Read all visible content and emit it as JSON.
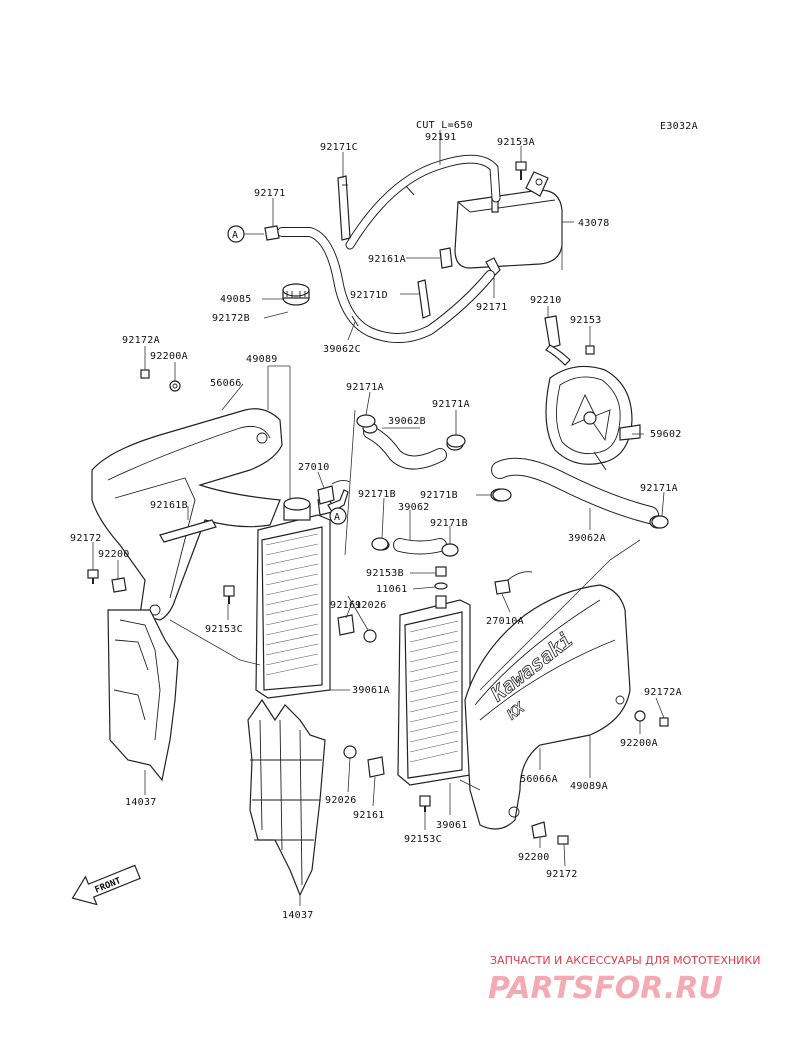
{
  "diagram_code": "E3032A",
  "cut_note": "CUT L=650",
  "front_label": "FRONT",
  "callout_a": "A",
  "logo_text": "Kawasaki",
  "logo_sub": "KX",
  "watermark": {
    "tagline": "ЗАПЧАСТИ И АКСЕССУАРЫ ДЛЯ МОТОТЕХНИКИ",
    "brand": "PARTSFOR.RU"
  },
  "labels": [
    "92191",
    "92171C",
    "92153A",
    "43078",
    "92171",
    "92161A",
    "92171D",
    "92171",
    "49085",
    "92172B",
    "39062C",
    "92210",
    "92153",
    "92172A",
    "92200A",
    "49089",
    "56066",
    "92171A",
    "39062B",
    "92171A",
    "59602",
    "27010",
    "92161B",
    "92171B",
    "92171B",
    "39062",
    "92171B",
    "92171A",
    "39062A",
    "92172",
    "92200",
    "92153B",
    "11061",
    "92161",
    "92026",
    "27010A",
    "92153C",
    "39061A",
    "92172A",
    "92200A",
    "56066A",
    "49089A",
    "14037",
    "92026",
    "92161",
    "39061",
    "92153C",
    "92200",
    "92172",
    "14037"
  ]
}
